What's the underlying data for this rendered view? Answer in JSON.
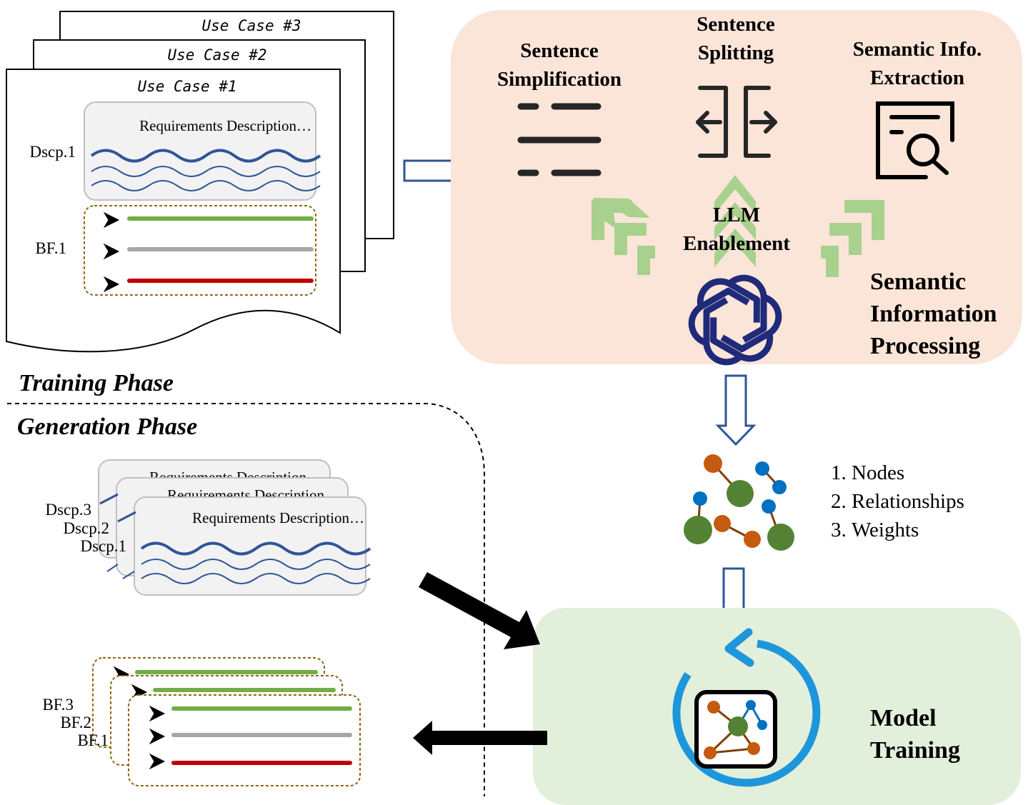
{
  "use_cases": [
    "Use Case #1",
    "Use Case #2",
    "Use Case #3"
  ],
  "training_doc": {
    "requirements_label": "Requirements Description…",
    "dscp_label": "Dscp.1",
    "bf_label": "BF.1"
  },
  "phases": {
    "training": "Training Phase",
    "generation": "Generation Phase"
  },
  "semantic_processing": {
    "title_lines": [
      "Semantic",
      "Information",
      "Processing"
    ],
    "simplification_lines": [
      "Sentence",
      "Simplification"
    ],
    "splitting_lines": [
      "Sentence",
      "Splitting"
    ],
    "extraction_lines": [
      "Semantic Info.",
      "Extraction"
    ],
    "llm_lines": [
      "LLM",
      "Enablement"
    ]
  },
  "graph_list": [
    "Nodes",
    "Relationships",
    "Weights"
  ],
  "model_training": {
    "title_lines": [
      "Model",
      "Training"
    ]
  },
  "generation_docs": {
    "requirements_label": "Requirements Description…",
    "dscp_labels": [
      "Dscp.3",
      "Dscp.2",
      "Dscp.1"
    ],
    "bf_labels": [
      "BF.3",
      "BF.2",
      "BF.1"
    ]
  },
  "colors": {
    "process_bg": "#fbe5d8",
    "training_bg": "#e2efda",
    "wave_blue": "#2f5597",
    "hollow_arrow": "#2f5597",
    "chevron_green": "#a9d18e",
    "line_green": "#70ad47",
    "line_gray": "#a6a6a6",
    "line_red": "#c00000",
    "node_orange": "#c55a11",
    "node_green": "#548235",
    "node_blue": "#0070c0",
    "cycle_blue": "#1e96dc",
    "gpt_navy": "#1f2a7a"
  }
}
